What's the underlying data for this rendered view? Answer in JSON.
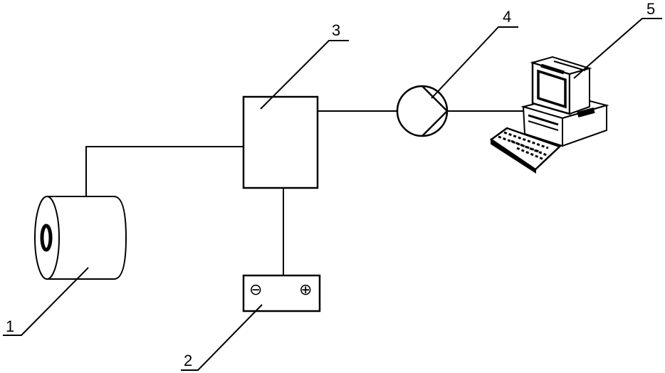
{
  "labels": {
    "part1": "1",
    "part2": "2",
    "part3": "3",
    "part4": "4",
    "part5": "5"
  },
  "battery": {
    "negative_symbol": "⊖",
    "positive_symbol": "⊕"
  },
  "icons": {
    "part1": "cylinder-coil-icon",
    "part2": "battery-icon",
    "part3": "control-box-icon",
    "part4": "pump-icon",
    "part5": "computer-icon"
  },
  "colors": {
    "line": "#000000",
    "background": "#ffffff"
  }
}
